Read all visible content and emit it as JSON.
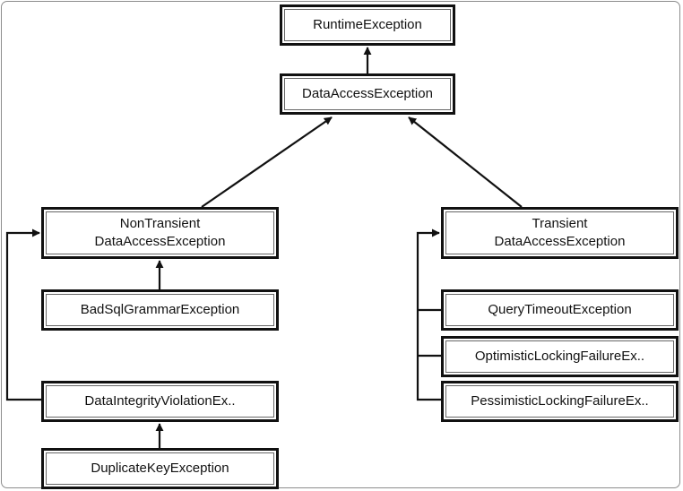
{
  "nodes": {
    "runtime_exception": {
      "line1": "RuntimeException"
    },
    "data_access_exception": {
      "line1": "DataAccessException"
    },
    "non_transient": {
      "line1": "NonTransient",
      "line2": "DataAccessException"
    },
    "transient": {
      "line1": "Transient",
      "line2": "DataAccessException"
    },
    "bad_sql_grammar": {
      "line1": "BadSqlGrammarException"
    },
    "data_integrity_violation": {
      "line1": "DataIntegrityViolationEx.."
    },
    "duplicate_key": {
      "line1": "DuplicateKeyException"
    },
    "query_timeout": {
      "line1": "QueryTimeoutException"
    },
    "optimistic_locking": {
      "line1": "OptimisticLockingFailureEx.."
    },
    "pessimistic_locking": {
      "line1": "PessimisticLockingFailureEx.."
    }
  },
  "colors": {
    "stroke": "#111111",
    "background": "#ffffff"
  }
}
